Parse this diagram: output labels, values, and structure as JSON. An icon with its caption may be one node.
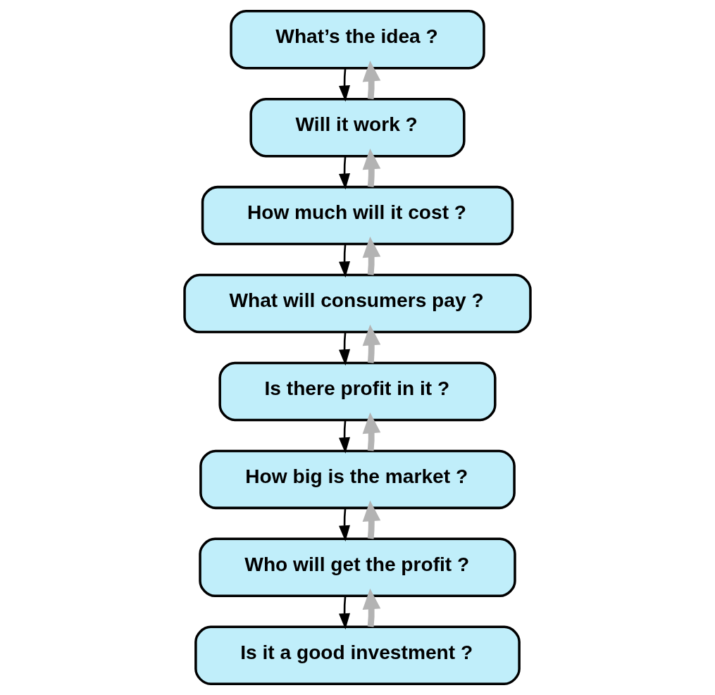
{
  "diagram": {
    "nodes": [
      {
        "text": [
          "What’s the idea ?"
        ]
      },
      {
        "text": [
          "Will it work ?"
        ]
      },
      {
        "text": [
          "How much will it cost ?"
        ]
      },
      {
        "text": [
          "What will consumers pay ?"
        ]
      },
      {
        "text": [
          "Is there profit in it ?"
        ]
      },
      {
        "text": [
          "How big is the market ?"
        ]
      },
      {
        "text": [
          "Who will get the profit ?"
        ]
      },
      {
        "text": [
          "Is it a good investment ?"
        ]
      }
    ],
    "edges": [
      {
        "from": 0,
        "to": 1,
        "arrow": "to"
      },
      {
        "from": 1,
        "to": 0,
        "arrow": "to",
        "style": "thick",
        "color": "#b3b3b3"
      },
      {
        "from": 1,
        "to": 2,
        "arrow": "to"
      },
      {
        "from": 2,
        "to": 1,
        "arrow": "to",
        "style": "thick",
        "color": "#b3b3b3"
      },
      {
        "from": 2,
        "to": 3,
        "arrow": "to"
      },
      {
        "from": 3,
        "to": 2,
        "arrow": "to",
        "style": "thick",
        "color": "#b3b3b3"
      },
      {
        "from": 3,
        "to": 4,
        "arrow": "to"
      },
      {
        "from": 4,
        "to": 3,
        "arrow": "to",
        "style": "thick",
        "color": "#b3b3b3"
      },
      {
        "from": 4,
        "to": 5,
        "arrow": "to"
      },
      {
        "from": 5,
        "to": 4,
        "arrow": "to",
        "style": "thick",
        "color": "#b3b3b3"
      },
      {
        "from": 5,
        "to": 6,
        "arrow": "to"
      },
      {
        "from": 6,
        "to": 5,
        "arrow": "to",
        "style": "thick",
        "color": "#b3b3b3"
      },
      {
        "from": 6,
        "to": 7,
        "arrow": "to"
      },
      {
        "from": 7,
        "to": 6,
        "arrow": "to",
        "style": "thick",
        "color": "#b3b3b3"
      }
    ]
  }
}
